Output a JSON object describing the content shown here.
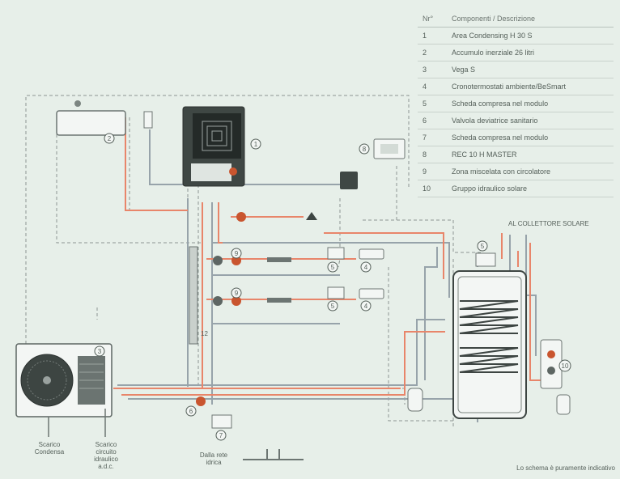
{
  "legend": {
    "header_num": "Nr°",
    "header_desc": "Componenti / Descrizione",
    "rows": [
      {
        "num": "1",
        "desc": "Area Condensing H 30 S"
      },
      {
        "num": "2",
        "desc": "Accumulo inerziale 26 litri"
      },
      {
        "num": "3",
        "desc": "Vega S"
      },
      {
        "num": "4",
        "desc": "Cronotermostati ambiente/BeSmart"
      },
      {
        "num": "5",
        "desc": "Scheda compresa nel modulo"
      },
      {
        "num": "6",
        "desc": "Valvola deviatrice sanitario"
      },
      {
        "num": "7",
        "desc": "Scheda compresa nel modulo"
      },
      {
        "num": "8",
        "desc": "REC 10 H MASTER"
      },
      {
        "num": "9",
        "desc": "Zona miscelata con circolatore"
      },
      {
        "num": "10",
        "desc": "Gruppo idraulico solare"
      }
    ]
  },
  "labels": {
    "solar_collector": "AL COLLETTORE SOLARE",
    "drain_condensate_1": "Scarico",
    "drain_condensate_2": "Condensa",
    "drain_circuit_1": "Scarico",
    "drain_circuit_2": "circuito",
    "drain_circuit_3": "idraulico",
    "drain_circuit_4": "a.d.c.",
    "water_mains_1": "Dalla rete",
    "water_mains_2": "idrica",
    "disclaimer": "Lo schema è puramente indicativo",
    "pipe_number": "12"
  },
  "markers": {
    "m1": "1",
    "m2": "2",
    "m3": "3",
    "m4a": "4",
    "m4b": "4",
    "m5a": "5",
    "m5b": "5",
    "m5c": "5",
    "m6": "6",
    "m7": "7",
    "m8": "8",
    "m9a": "9",
    "m9b": "9",
    "m10": "10"
  },
  "colors": {
    "background": "#e7efe9",
    "flow_pipe": "#e8856a",
    "return_pipe": "#97a3aa",
    "dashed_control": "#8d9692",
    "text": "#55605a"
  }
}
